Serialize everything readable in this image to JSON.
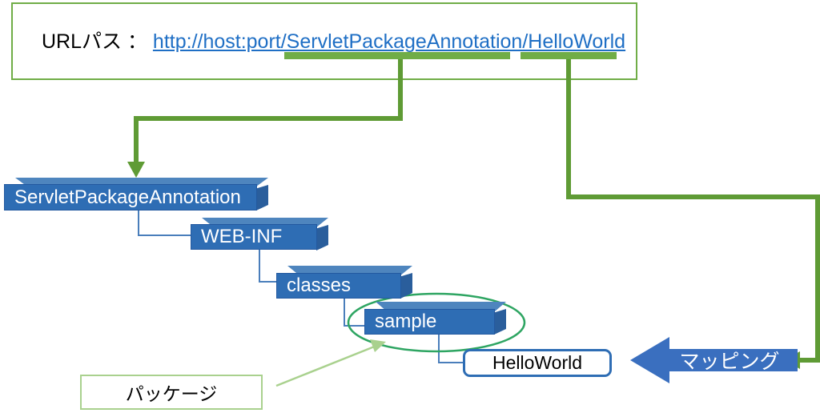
{
  "diagram": {
    "title_row": {
      "label": "URLパス ：",
      "url": "http://host:port/ServletPackageAnnotation/HelloWorld",
      "url_color": "#1F6FC5",
      "panel_border_color": "#70AD47"
    },
    "highlight_bars": [
      {
        "name": "context-path-highlight",
        "segment": "/ServletPackageAnnotation",
        "color": "#70AD47"
      },
      {
        "name": "servlet-mapping-highlight",
        "segment": "/HelloWorld",
        "color": "#70AD47"
      }
    ],
    "folders": [
      {
        "label": "ServletPackageAnnotation",
        "level": 0
      },
      {
        "label": "WEB-INF",
        "level": 1
      },
      {
        "label": "classes",
        "level": 2
      },
      {
        "label": "sample",
        "level": 3
      }
    ],
    "servlet_class": {
      "label": "HelloWorld"
    },
    "package_legend": {
      "label": "パッケージ",
      "border_color": "#A9D18E"
    },
    "mapping_callout": {
      "label": "マッピング",
      "fill_color": "#3A6FBF"
    },
    "ellipse_highlight": {
      "target": "sample",
      "color": "#2EA562"
    },
    "colors": {
      "folder_front": "#2E6DB4",
      "folder_top": "#4E85BE",
      "folder_side": "#2A5E9C",
      "connector": "#4A7EBB",
      "flow_arrow": "#5F9B35",
      "legend_arrow": "#A9D18E"
    }
  }
}
